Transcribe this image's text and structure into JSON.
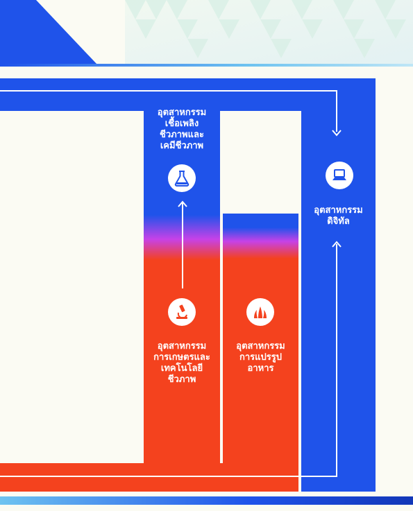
{
  "colors": {
    "blue": "#1f53ea",
    "red": "#f4421e",
    "cream": "#fbfbf3",
    "magenta": "#c642e8",
    "white": "#ffffff"
  },
  "nodes": [
    {
      "id": "biofuel",
      "label": "อุตสาหกรรม\nเชื้อเพลิง\nชีวภาพและ\nเคมีชีวภาพ",
      "icon": "flask-icon"
    },
    {
      "id": "digital",
      "label": "อุตสาหกรรม\nดิจิทัล",
      "icon": "laptop-icon"
    },
    {
      "id": "agri",
      "label": "อุตสาหกรรม\nการเกษตรและ\nเทคโนโลยี\nชีวภาพ",
      "icon": "microscope-icon"
    },
    {
      "id": "food",
      "label": "อุตสาหกรรม\nการแปรรูป\nอาหาร",
      "icon": "grass-icon"
    }
  ]
}
